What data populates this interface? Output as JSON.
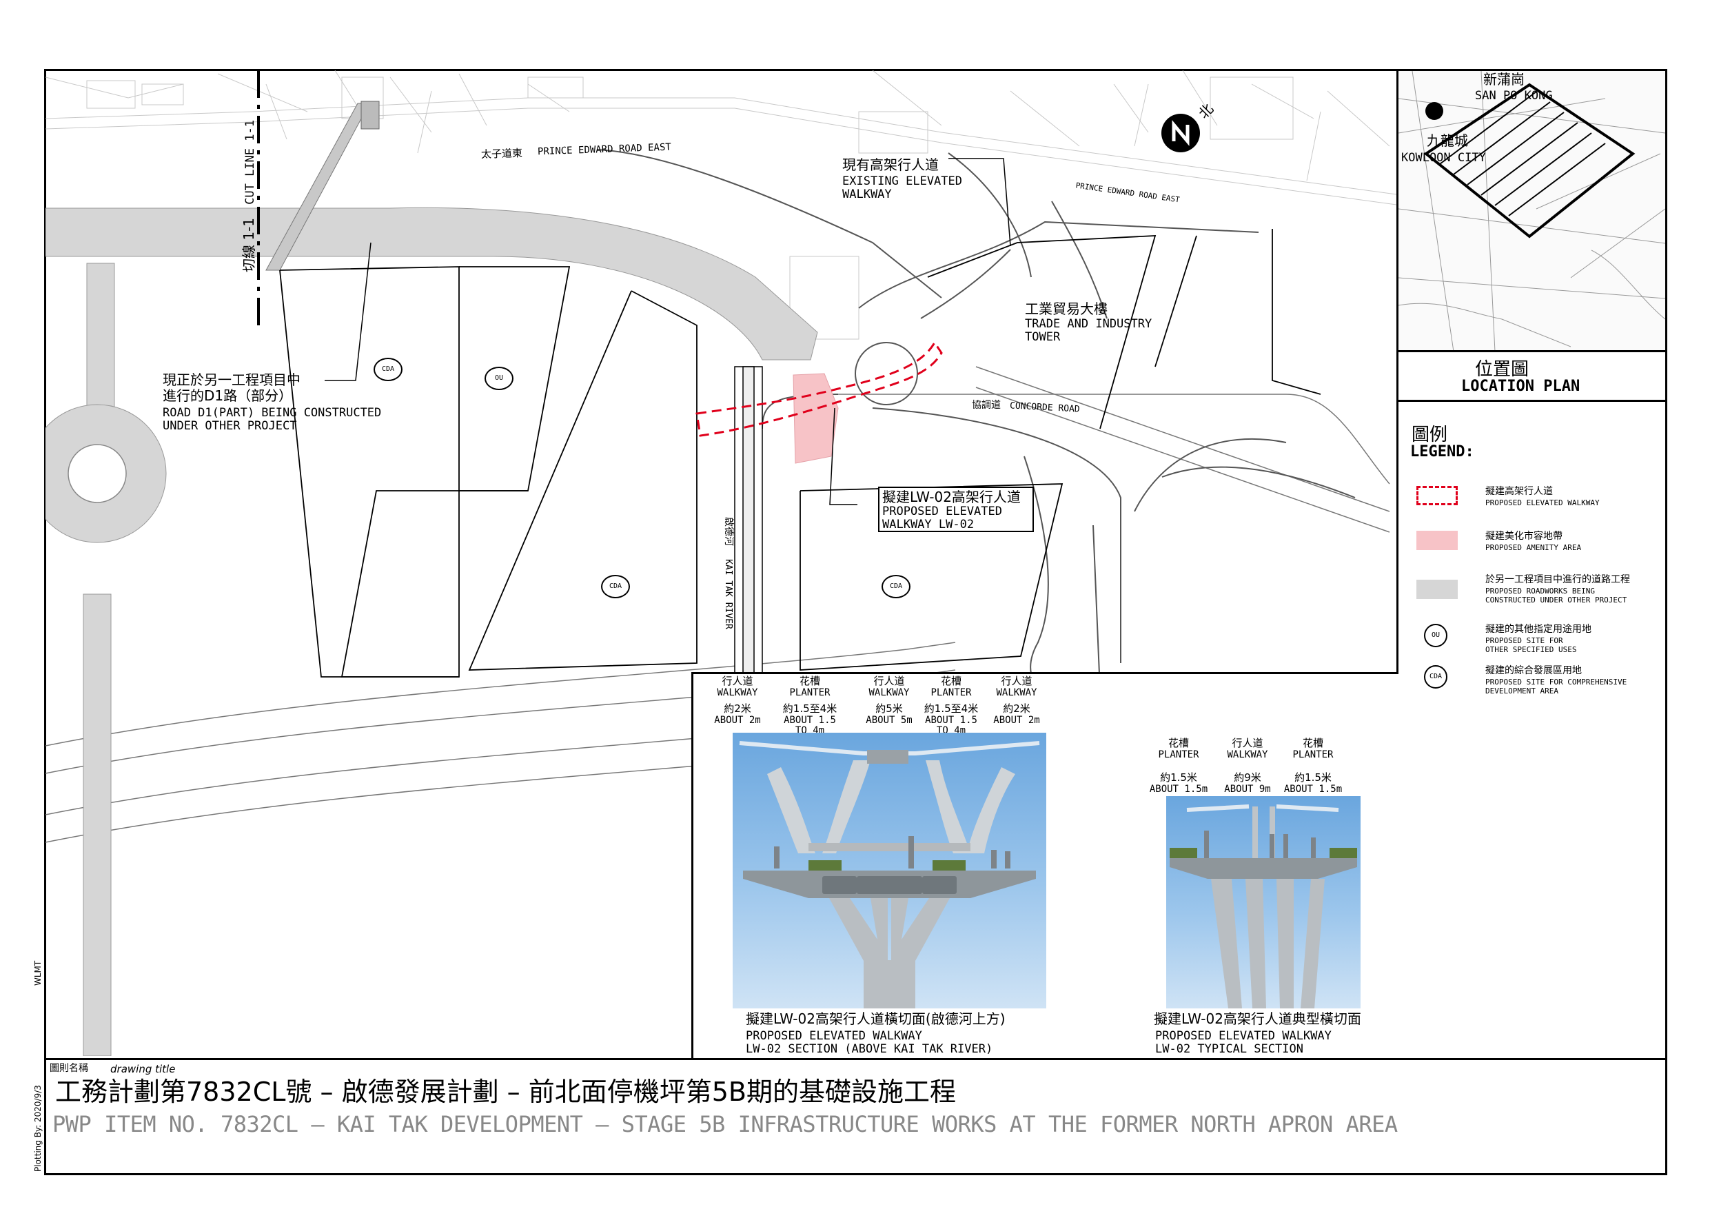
{
  "map": {
    "roads": {
      "prince_edward_zh": "太子道東",
      "prince_edward_en": "PRINCE EDWARD ROAD EAST",
      "prince_edward_small": "PRINCE EDWARD ROAD EAST",
      "concorde_zh": "協調道",
      "concorde_en": "CONCORDE ROAD",
      "river_zh": "啟德河",
      "river_en": "KAI TAK RIVER"
    },
    "cut_line_zh": "切線 1-1",
    "cut_line_en": "CUT LINE 1-1",
    "existing_walkway_zh": "現有高架行人道",
    "existing_walkway_en": "EXISTING ELEVATED\nWALKWAY",
    "tower_zh": "工業貿易大樓",
    "tower_en": "TRADE AND INDUSTRY\nTOWER",
    "road_d1_zh": "現正於另一工程項目中\n進行的D1路（部分）",
    "road_d1_en": "ROAD D1(PART) BEING CONSTRUCTED\nUNDER OTHER PROJECT",
    "proposed_zh": "擬建LW-02高架行人道",
    "proposed_en": "PROPOSED ELEVATED\nWALKWAY LW-02",
    "north_zh": "北",
    "zones": [
      "CDA",
      "OU",
      "CDA",
      "CDA"
    ]
  },
  "location_plan": {
    "san_po_kong_zh": "新蒲崗",
    "san_po_kong_en": "SAN PO KONG",
    "kowloon_city_zh": "九龍城",
    "kowloon_city_en": "KOWLOON CITY",
    "title_zh": "位置圖",
    "title_en": "LOCATION PLAN"
  },
  "legend": {
    "title_zh": "圖例",
    "title_en": "LEGEND:",
    "items": [
      {
        "zh": "擬建高架行人道",
        "en": "PROPOSED ELEVATED WALKWAY",
        "symbol": "red-dashed-box"
      },
      {
        "zh": "擬建美化市容地帶",
        "en": "PROPOSED AMENITY AREA",
        "symbol": "pink-box"
      },
      {
        "zh": "於另一工程項目中進行的道路工程",
        "en": "PROPOSED ROADWORKS BEING\nCONSTRUCTED UNDER OTHER PROJECT",
        "symbol": "grey-box"
      },
      {
        "zh": "擬建的其他指定用途用地",
        "en": "PROPOSED SITE FOR\nOTHER SPECIFIED USES",
        "symbol": "OU"
      },
      {
        "zh": "擬建的綜合發展區用地",
        "en": "PROPOSED SITE FOR COMPREHENSIVE\nDEVELOPMENT AREA",
        "symbol": "CDA"
      }
    ],
    "colors": {
      "walkway": "#e0001b",
      "amenity": "#f7c3c7",
      "roadworks": "#d6d6d6"
    }
  },
  "sections": {
    "river": {
      "dims": [
        {
          "zh": "行人道",
          "en": "WALKWAY",
          "size_zh": "約2米",
          "size_en": "ABOUT 2m"
        },
        {
          "zh": "花槽",
          "en": "PLANTER",
          "size_zh": "約1.5至4米",
          "size_en": "ABOUT 1.5\nTO 4m"
        },
        {
          "zh": "行人道",
          "en": "WALKWAY",
          "size_zh": "約5米",
          "size_en": "ABOUT 5m"
        },
        {
          "zh": "花槽",
          "en": "PLANTER",
          "size_zh": "約1.5至4米",
          "size_en": "ABOUT 1.5\nTO 4m"
        },
        {
          "zh": "行人道",
          "en": "WALKWAY",
          "size_zh": "約2米",
          "size_en": "ABOUT 2m"
        }
      ],
      "caption_zh": "擬建LW-02高架行人道橫切面(啟德河上方)",
      "caption_en": "PROPOSED ELEVATED WALKWAY\nLW-02 SECTION (ABOVE KAI TAK RIVER)"
    },
    "typical": {
      "dims": [
        {
          "zh": "花槽",
          "en": "PLANTER",
          "size_zh": "約1.5米",
          "size_en": "ABOUT 1.5m"
        },
        {
          "zh": "行人道",
          "en": "WALKWAY",
          "size_zh": "約9米",
          "size_en": "ABOUT 9m"
        },
        {
          "zh": "花槽",
          "en": "PLANTER",
          "size_zh": "約1.5米",
          "size_en": "ABOUT 1.5m"
        }
      ],
      "caption_zh": "擬建LW-02高架行人道典型橫切面",
      "caption_en": "PROPOSED ELEVATED WALKWAY\nLW-02 TYPICAL SECTION"
    }
  },
  "title_block": {
    "drawing_title_zh": "圖則名稱",
    "drawing_title_en": "drawing title",
    "title_zh": "工務計劃第7832CL號 – 啟德發展計劃 – 前北面停機坪第5B期的基礎設施工程",
    "title_en": "PWP ITEM NO. 7832CL – KAI TAK DEVELOPMENT – STAGE 5B INFRASTRUCTURE WORKS AT THE FORMER NORTH APRON AREA",
    "plot_by": "Plotting By: 2020/9/3",
    "code": "WLMT"
  }
}
